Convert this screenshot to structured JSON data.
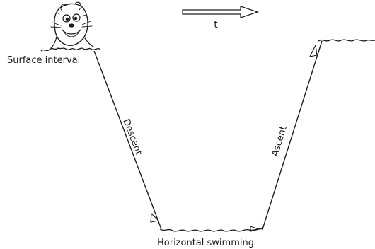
{
  "labels": {
    "surface_interval": "Surface interval",
    "descent": "Descent",
    "ascent": "Ascent",
    "horizontal_swimming": "Horizontal swimming",
    "time": "t"
  },
  "colors": {
    "ink": "#1c1c1c",
    "background": "#ffffff"
  },
  "icons": {
    "seal": "seal-head-icon",
    "time_arrow": "time-arrow-icon"
  }
}
